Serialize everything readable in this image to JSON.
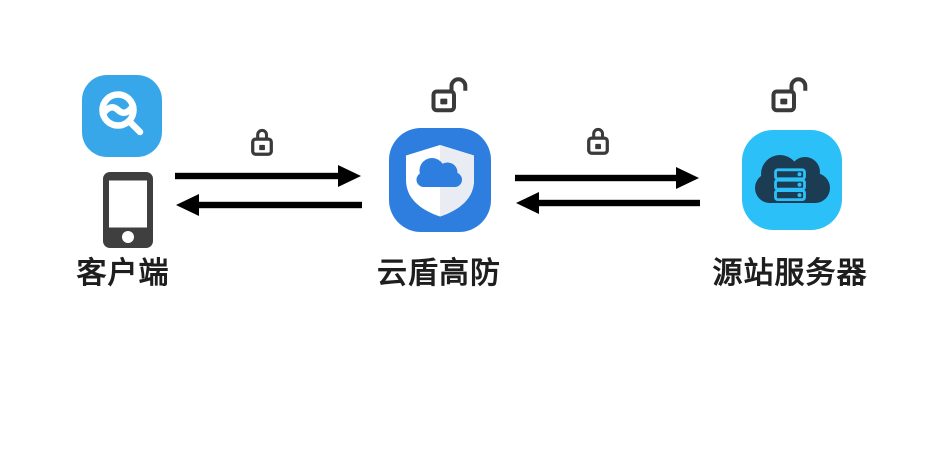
{
  "colors": {
    "background": "#ffffff",
    "browser_blue": "#38A7E9",
    "shield_blue": "#2E7EE0",
    "shield_face_white": "#ffffff",
    "shield_face_shade": "#E9EDF3",
    "server_cyan": "#2BC1F8",
    "server_cloud_navy": "#1B3C52",
    "phone_gray": "#3F3F3F",
    "lock_gray": "#3A3A3A",
    "arrow_black": "#000000",
    "label_text": "#1E1E1E"
  },
  "diagram": {
    "nodes": [
      {
        "id": "client",
        "label": "客户端",
        "icons": [
          "browser-icon",
          "smartphone-icon"
        ],
        "padlock": "none"
      },
      {
        "id": "ddos-protection",
        "label": "云盾高防",
        "icons": [
          "shield-cloud-icon"
        ],
        "padlock": "open"
      },
      {
        "id": "origin-server",
        "label": "源站服务器",
        "icons": [
          "cloud-server-icon"
        ],
        "padlock": "open"
      }
    ],
    "links": [
      {
        "from": "客户端",
        "to": "云盾高防",
        "direction": "bidirectional",
        "padlock": "closed"
      },
      {
        "from": "云盾高防",
        "to": "源站服务器",
        "direction": "bidirectional",
        "padlock": "closed"
      }
    ]
  }
}
